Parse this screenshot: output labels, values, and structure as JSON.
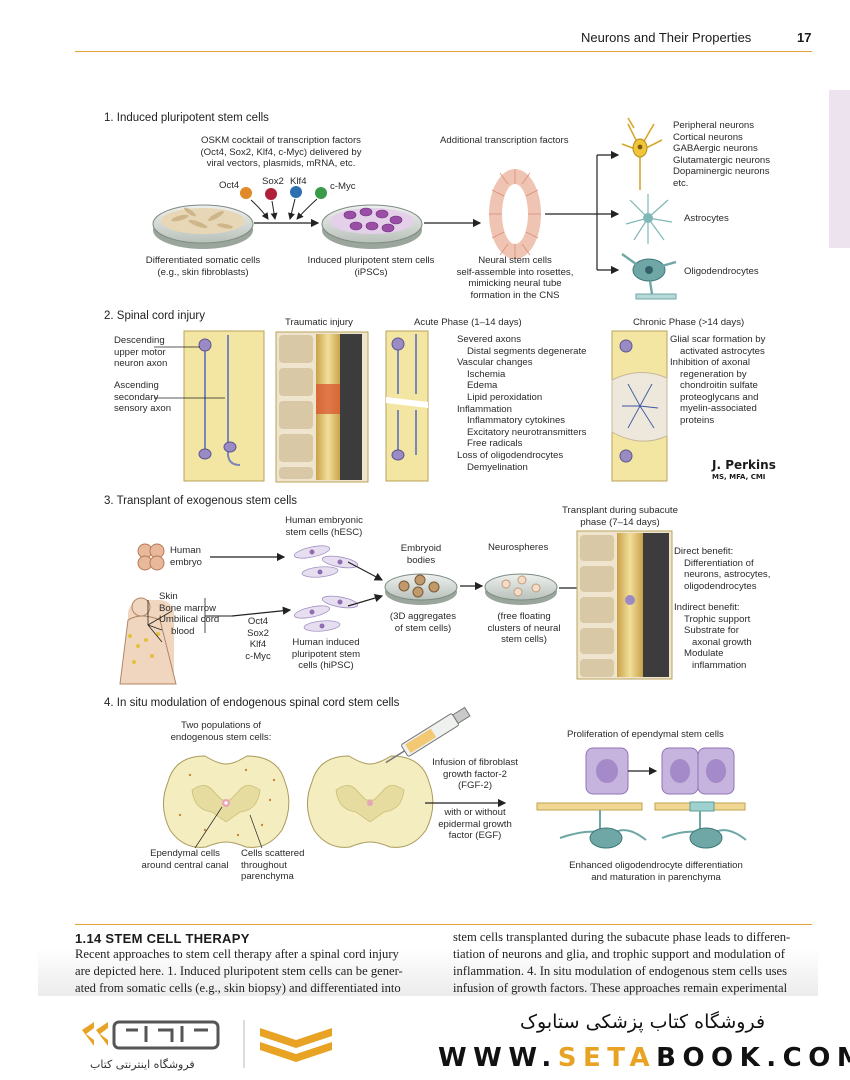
{
  "header": {
    "running_title": "Neurons and Their Properties",
    "page_number": "17"
  },
  "section1": {
    "title": "1. Induced pluripotent stem cells",
    "osk_desc": [
      "OSKM cocktail of transcription factors",
      "(Oct4, Sox2, Klf4, c-Myc) delivered by",
      "viral vectors, plasmids, mRNA, etc."
    ],
    "factors": [
      "Oct4",
      "Sox2",
      "Klf4",
      "c-Myc"
    ],
    "factor_colors": [
      "#e08a2a",
      "#b0203a",
      "#2e6fb0",
      "#3a9a4a"
    ],
    "additional": "Additional transcription factors",
    "somatic_label": [
      "Differentiated somatic cells",
      "(e.g., skin fibroblasts)"
    ],
    "ipsc_label": [
      "Induced pluripotent stem cells",
      "(iPSCs)"
    ],
    "nsc_label": [
      "Neural stem cells",
      "self-assemble into rosettes,",
      "mimicking neural tube",
      "formation in the CNS"
    ],
    "neuron_types": [
      "Peripheral neurons",
      "Cortical neurons",
      "GABAergic neurons",
      "Glutamatergic neurons",
      "Dopaminergic neurons",
      "etc."
    ],
    "astrocytes": "Astrocytes",
    "oligodendrocytes": "Oligodendrocytes"
  },
  "section2": {
    "title": "2. Spinal cord injury",
    "descending": [
      "Descending",
      "upper motor",
      "neuron axon"
    ],
    "ascending": [
      "Ascending",
      "secondary",
      "sensory axon"
    ],
    "traumatic": "Traumatic injury",
    "acute": "Acute Phase (1–14 days)",
    "acute_list": [
      "Severed axons",
      "Distal segments degenerate",
      "Vascular changes",
      "Ischemia",
      "Edema",
      "Lipid peroxidation",
      "Inflammation",
      "Inflammatory cytokines",
      "Excitatory neurotransmitters",
      "Free radicals",
      "Loss of oligodendrocytes",
      "Demyelination"
    ],
    "chronic": "Chronic Phase (>14 days)",
    "chronic_list": [
      "Glial scar formation by",
      "activated astrocytes",
      "Inhibition of axonal",
      "regeneration by",
      "chondroitin sulfate",
      "proteoglycans and",
      "myelin-associated",
      "proteins"
    ],
    "signature_name": "J. Perkins",
    "signature_cred": "MS, MFA, CMI"
  },
  "section3": {
    "title": "3. Transplant of exogenous stem cells",
    "hesc": [
      "Human embryonic",
      "stem cells (hESC)"
    ],
    "embryo": [
      "Human",
      "embryo"
    ],
    "sources": [
      "Skin",
      "Bone marrow",
      "Umbilical cord",
      "blood"
    ],
    "factors": [
      "Oct4",
      "Sox2",
      "Klf4",
      "c-Myc"
    ],
    "hipsc": [
      "Human induced",
      "pluripotent stem",
      "cells (hiPSC)"
    ],
    "embryoid": [
      "Embryoid",
      "bodies"
    ],
    "embryoid_desc": [
      "(3D aggregates",
      "of stem cells)"
    ],
    "neurospheres": "Neurospheres",
    "neurospheres_desc": [
      "(free floating",
      "clusters of neural",
      "stem cells)"
    ],
    "transplant": [
      "Transplant during subacute",
      "phase (7–14 days)"
    ],
    "direct": [
      "Direct benefit:",
      "Differentiation of",
      "neurons, astrocytes,",
      "oligodendrocytes"
    ],
    "indirect": [
      "Indirect benefit:",
      "Trophic support",
      "Substrate for",
      "axonal growth",
      "Modulate",
      "inflammation"
    ]
  },
  "section4": {
    "title": "4. In situ modulation of endogenous spinal cord stem cells",
    "two_pops": [
      "Two populations of",
      "endogenous stem cells:"
    ],
    "ependymal": [
      "Ependymal cells",
      "around central canal"
    ],
    "scattered": [
      "Cells scattered",
      "throughout",
      "parenchyma"
    ],
    "infusion": [
      "Infusion of fibroblast",
      "growth factor-2",
      "(FGF-2)"
    ],
    "with_without": [
      "with or without",
      "epidermal growth",
      "factor (EGF)"
    ],
    "proliferation": "Proliferation of ependymal stem cells",
    "enhanced": [
      "Enhanced oligodendrocyte differentiation",
      "and maturation in parenchyma"
    ]
  },
  "caption": {
    "title": "1.14 STEM CELL THERAPY",
    "left_lines": [
      "Recent approaches to stem cell therapy after a spinal cord injury",
      "are depicted here. 1. Induced pluripotent stem cells can be gener-",
      "ated from somatic cells (e.g., skin biopsy) and differentiated into"
    ],
    "right_lines": [
      "stem cells transplanted during the subacute phase leads to differen-",
      "tiation of neurons and glia, and trophic support and modulation of",
      "inflammation. 4. In situ modulation of endogenous stem cells uses",
      "infusion of growth factors. These approaches remain experimental"
    ]
  },
  "banner": {
    "store_name": "فروشگاه کتاب پزشکی ستابوک",
    "url_parts": [
      "WWW.",
      "SETA",
      "BOOK.COM"
    ],
    "logo_caption": "فروشگاه اینترنتی کتاب"
  }
}
